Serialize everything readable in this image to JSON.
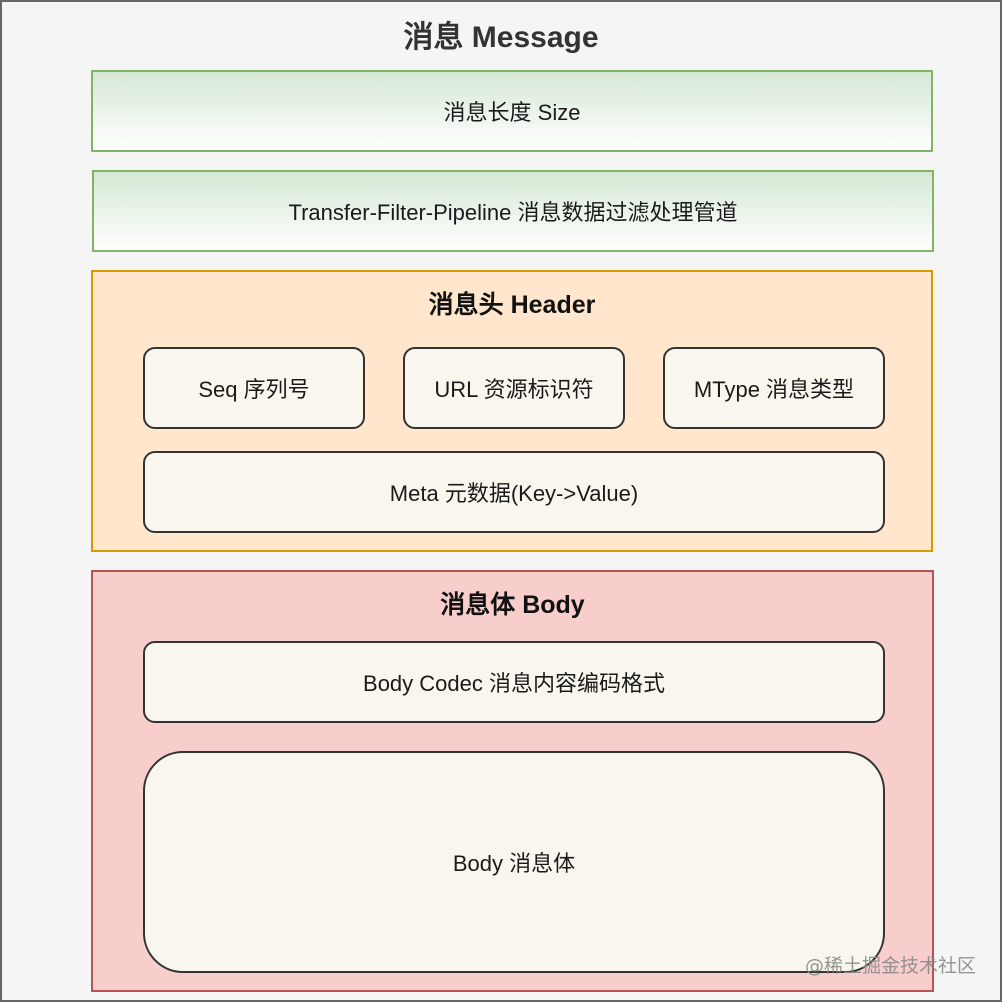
{
  "diagram": {
    "title": "消息 Message",
    "size_box": {
      "label": "消息长度 Size",
      "fill": "#d5e8d4",
      "stroke": "#82b366"
    },
    "pipeline_box": {
      "label": "Transfer-Filter-Pipeline 消息数据过滤处理管道",
      "fill": "#d5e8d4",
      "stroke": "#82b366"
    },
    "header": {
      "title": "消息头 Header",
      "fill": "#ffe6cc",
      "stroke": "#d79b00",
      "items": [
        {
          "label": "Seq 序列号"
        },
        {
          "label": "URL 资源标识符"
        },
        {
          "label": "MType 消息类型"
        },
        {
          "label": "Meta 元数据(Key->Value)"
        }
      ]
    },
    "body": {
      "title": "消息体 Body",
      "fill": "#f8cecc",
      "stroke": "#b85450",
      "items": [
        {
          "label": "Body Codec 消息内容编码格式"
        },
        {
          "label": "Body 消息体"
        }
      ]
    }
  },
  "watermark": "@稀土掘金技术社区"
}
